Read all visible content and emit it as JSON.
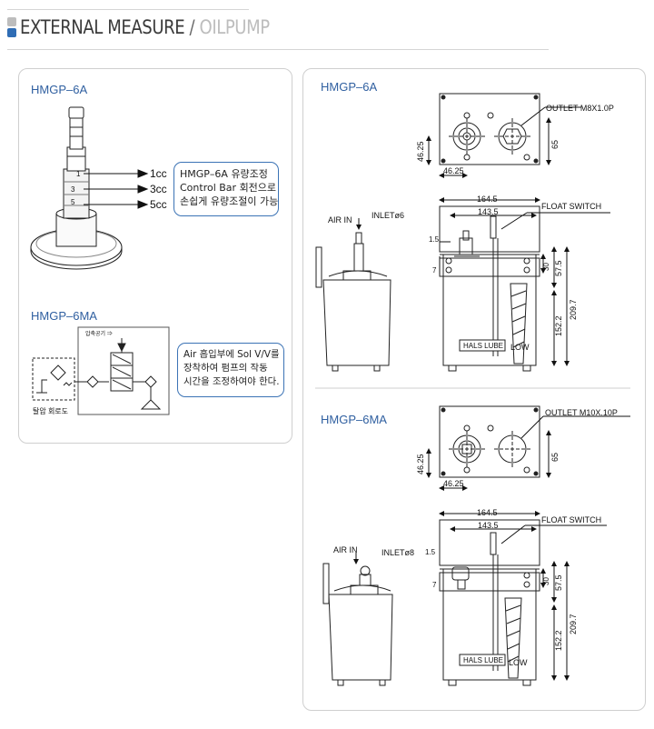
{
  "header": {
    "title_main": "EXTERNAL MEASURE",
    "separator": " / ",
    "title_sub": "OILPUMP"
  },
  "left": {
    "section_a": {
      "heading": "HMGP–6A",
      "scale_marks": [
        "1",
        "3",
        "5"
      ],
      "volumes": [
        "1cc",
        "3cc",
        "5cc"
      ],
      "note": [
        "HMGP–6A 유량조정",
        "Control Bar 회전으로",
        "손쉽게 유량조절이 가능"
      ]
    },
    "section_b": {
      "heading": "HMGP–6MA",
      "air_label": "압축공기 ⇒",
      "caption": "탈압 회로도",
      "note": [
        "Air 흡입부에 Sol V/V를",
        "장착하여 펌프의 작동",
        "시간을 조정하여야 한다."
      ]
    }
  },
  "right": {
    "model_a": {
      "heading": "HMGP–6A",
      "outlet": "OUTLET M8X1.0P",
      "float_switch": "FLOAT SWITCH",
      "air_in": "AIR IN",
      "inlet": "INLETø6",
      "brand": "HALS LUBE",
      "low": "LOW",
      "dims": {
        "top_w": "46.25",
        "top_h": "46.25",
        "top_r": "65",
        "w1": "164.5",
        "w2": "143.5",
        "gap": "1.5",
        "d7": "7",
        "d30": "30",
        "d57": "57.5",
        "d152": "152.2",
        "d209": "209.7"
      }
    },
    "model_b": {
      "heading": "HMGP–6MA",
      "outlet": "OUTLET M10X.10P",
      "float_switch": "FLOAT SWITCH",
      "air_in": "AIR IN",
      "inlet": "INLETø8",
      "brand": "HALS LUBE",
      "low": "LOW",
      "dims": {
        "top_w": "46.25",
        "top_h": "46.25",
        "top_r": "65",
        "w1": "164.5",
        "w2": "143.5",
        "gap": "1.5",
        "d7": "7",
        "d30": "30",
        "d57": "57.5",
        "d152": "152.2",
        "d209": "209.7"
      }
    }
  }
}
